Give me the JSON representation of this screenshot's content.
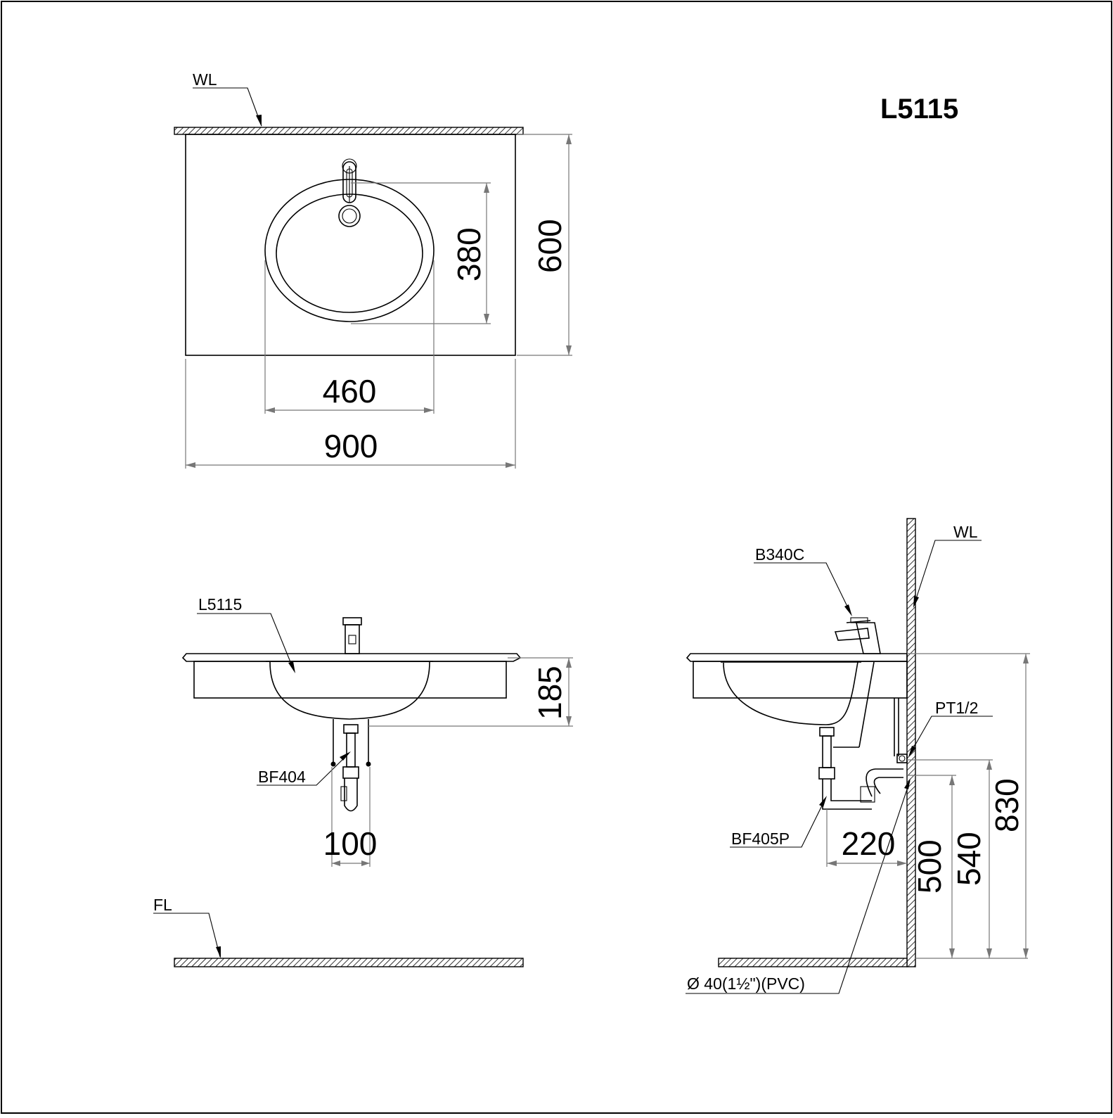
{
  "model_title": "L5115",
  "top_view": {
    "wall_label": "WL",
    "dim_width": "900",
    "dim_depth": "600",
    "dim_bowl_width": "460",
    "dim_bowl_depth": "380"
  },
  "front_view": {
    "basin_label": "L5115",
    "drain_label": "BF404",
    "dim_height": "185",
    "dim_drain_width": "100",
    "floor_label": "FL"
  },
  "side_view": {
    "wall_label": "WL",
    "faucet_label": "B340C",
    "valve_label": "PT1/2",
    "trap_label": "BF405P",
    "pipe_label": "Ø  40(1½\")(PVC)",
    "dim_trap_offset": "220",
    "dim_outlet_height": "500",
    "dim_valve_height": "540",
    "dim_top_height": "830"
  }
}
